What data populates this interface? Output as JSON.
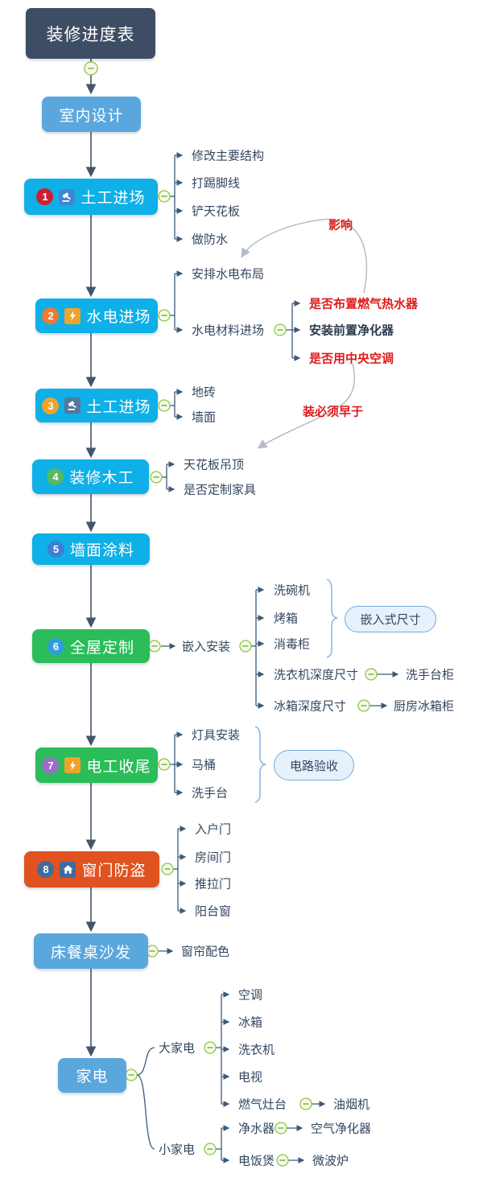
{
  "root": {
    "label": "装修进度表"
  },
  "stages": [
    {
      "label": "室内设计"
    },
    {
      "num": "1",
      "icon": "hammer-icon",
      "label": "土工进场"
    },
    {
      "num": "2",
      "icon": "bolt-icon",
      "label": "水电进场"
    },
    {
      "num": "3",
      "icon": "hammer-icon",
      "label": "土工进场"
    },
    {
      "num": "4",
      "label": "装修木工"
    },
    {
      "num": "5",
      "label": "墙面涂料"
    },
    {
      "num": "6",
      "label": "全屋定制"
    },
    {
      "num": "7",
      "icon": "bolt-icon",
      "label": "电工收尾"
    },
    {
      "num": "8",
      "icon": "home-icon",
      "label": "窗门防盗"
    },
    {
      "label": "床餐桌沙发"
    },
    {
      "label": "家电"
    }
  ],
  "branches": {
    "demolition": [
      "修改主要结构",
      "打踢脚线",
      "铲天花板",
      "做防水"
    ],
    "plumbing": [
      "安排水电布局",
      "水电材料进场"
    ],
    "plumbing_sub": [
      "是否布置燃气热水器",
      "安装前置净化器",
      "是否用中央空调"
    ],
    "tiling": [
      "地砖",
      "墙面"
    ],
    "carpentry": [
      "天花板吊顶",
      "是否定制家具"
    ],
    "custom_mid": "嵌入安装",
    "custom": [
      "洗碗机",
      "烤箱",
      "消毒柜",
      "洗衣机深度尺寸",
      "冰箱深度尺寸"
    ],
    "washer_link": "洗手台柜",
    "fridge_link": "厨房冰箱柜",
    "electric": [
      "灯具安装",
      "马桶",
      "洗手台"
    ],
    "doors": [
      "入户门",
      "房间门",
      "推拉门",
      "阳台窗"
    ],
    "curtain_link": "窗帘配色",
    "appliance_groups": [
      "大家电",
      "小家电"
    ],
    "big_appliances": [
      "空调",
      "冰箱",
      "洗衣机",
      "电视",
      "燃气灶台"
    ],
    "stove_link": "油烟机",
    "small_appliances": [
      "净水器",
      "电饭煲"
    ],
    "purifier_link": "空气净化器",
    "cooker_link": "微波炉"
  },
  "annotations": {
    "affects": "影响",
    "must_precede": "装必须早于"
  },
  "callouts": {
    "embedded_size": "嵌入式尺寸",
    "circuit_check": "电路验收"
  },
  "palette": {
    "cyan": "#0eb0e7",
    "green": "#2abd5a",
    "orange": "#e0521f",
    "light_blue": "#5aa7dd",
    "dark_navy": "#3d4d63",
    "red_text": "#dd1b1b",
    "toggle_green": "#8cc63f",
    "connector": "#3c5a78",
    "badge_1": "#ce1f2f",
    "badge_2": "#ec7b31",
    "badge_3": "#f0a22a",
    "badge_4": "#56b961",
    "badge_5": "#3c7ed2",
    "badge_6": "#2e9ed8",
    "badge_7": "#9c6cc8",
    "badge_8": "#3c6d9e"
  }
}
